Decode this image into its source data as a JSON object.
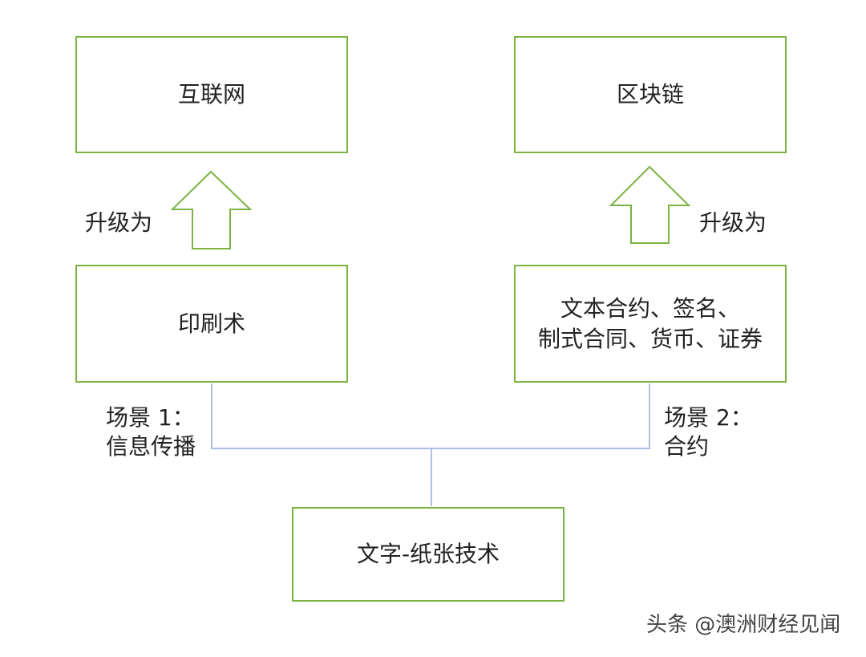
{
  "colors": {
    "box_border": "#7cb342",
    "arrow_stroke": "#7cb342",
    "connector": "#8eaadb"
  },
  "nodes": {
    "internet": "互联网",
    "blockchain": "区块链",
    "printing": "印刷术",
    "contracts_line1": "文本合约、签名、",
    "contracts_line2": "制式合同、货币、证券",
    "writing_paper": "文字-纸张技术"
  },
  "labels": {
    "upgrade_left": "升级为",
    "upgrade_right": "升级为",
    "scene1_line1": "场景 1：",
    "scene1_line2": "信息传播",
    "scene2_line1": "场景 2：",
    "scene2_line2": "合约"
  },
  "watermark": "头条 @澳洲财经见闻"
}
